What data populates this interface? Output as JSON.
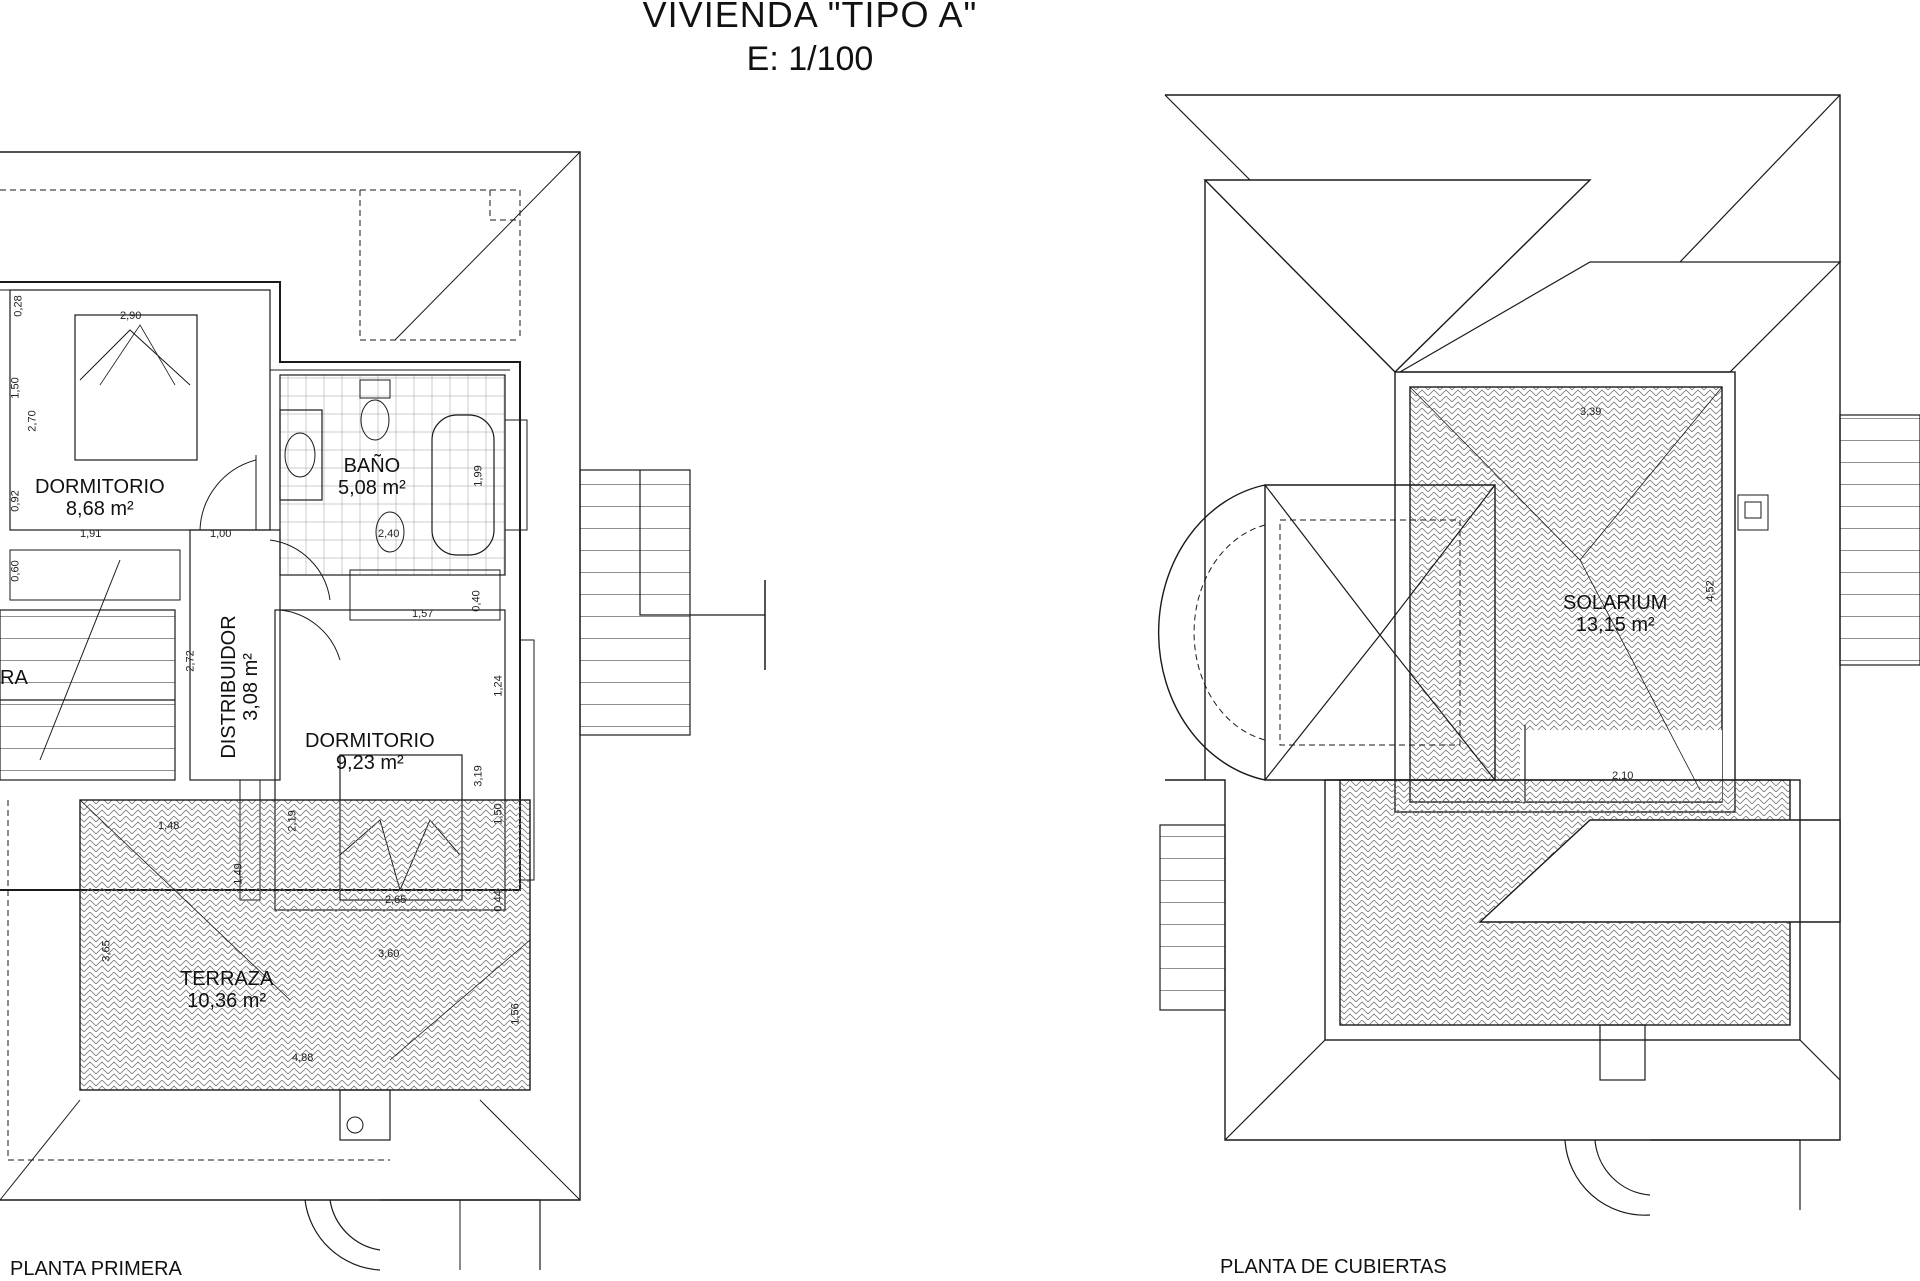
{
  "title": {
    "line1": "VIVIENDA \"TIPO A\"",
    "line2": "E: 1/100"
  },
  "first_floor": {
    "caption": "PLANTA PRIMERA",
    "rooms": [
      {
        "id": "dorm1",
        "name": "DORMITORIO",
        "area": "8,68 m²"
      },
      {
        "id": "bano",
        "name": "BAÑO",
        "area": "5,08 m²"
      },
      {
        "id": "dist",
        "name": "DISTRIBUIDOR",
        "area": "3,08 m²"
      },
      {
        "id": "dorm2",
        "name": "DORMITORIO",
        "area": "9,23 m²"
      },
      {
        "id": "terraza",
        "name": "TERRAZA",
        "area": "10,36 m²"
      },
      {
        "id": "partial",
        "name": "RA",
        "area": ""
      }
    ],
    "dimensions": [
      "2,90",
      "0,28",
      "1,50",
      "2,70",
      "0,92",
      "1,91",
      "1,00",
      "0,60",
      "2,40",
      "1,99",
      "1,57",
      "0,40",
      "2,72",
      "1,24",
      "3,19",
      "1,50",
      "2,19",
      "2,65",
      "0,44",
      "1,48",
      "1,49",
      "3,65",
      "3,60",
      "1,56",
      "4,88"
    ]
  },
  "roof": {
    "caption": "PLANTA DE CUBIERTAS",
    "rooms": [
      {
        "id": "solarium",
        "name": "SOLARIUM",
        "area": "13,15 m²"
      }
    ],
    "dimensions": [
      "3,39",
      "4,52",
      "2,10"
    ]
  },
  "colors": {
    "line": "#1a1a1a",
    "hatch": "#777777",
    "background": "#ffffff"
  }
}
